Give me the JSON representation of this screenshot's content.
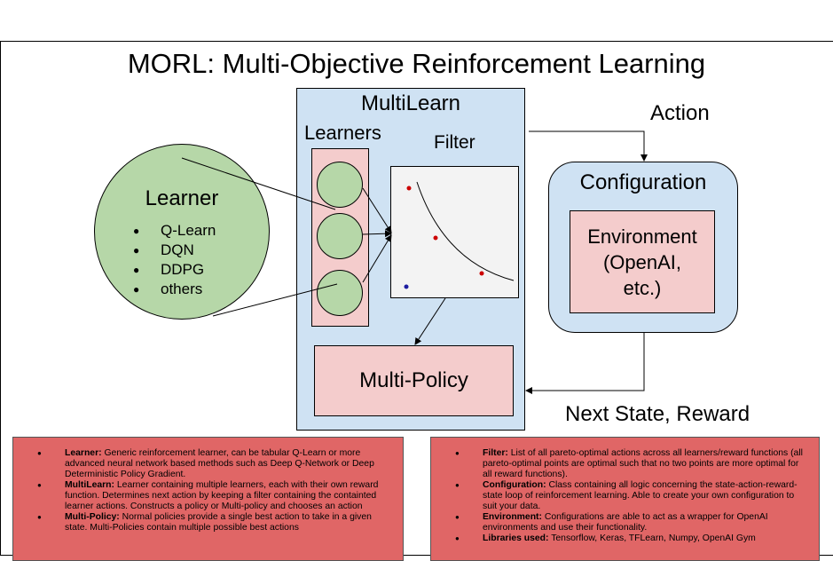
{
  "title": "MORL: Multi-Objective Reinforcement Learning",
  "multilearn": {
    "title": "MultiLearn",
    "learners_label": "Learners",
    "filter_label": "Filter",
    "multi_policy_label": "Multi-Policy"
  },
  "learner": {
    "title": "Learner",
    "items": [
      "Q-Learn",
      "DQN",
      "DDPG",
      "others"
    ]
  },
  "configuration": {
    "title": "Configuration",
    "environment_lines": [
      "Environment",
      "(OpenAI,",
      "etc.)"
    ]
  },
  "edges": {
    "action_label": "Action",
    "next_state_label": "Next State, Reward"
  },
  "colors": {
    "green": "#b6d7a8",
    "light_blue": "#cfe2f3",
    "pink": "#f4cccc",
    "red_box": "#e06666",
    "point_red": "#cc0000",
    "point_blue": "#1c1ca0"
  },
  "descriptions_left": [
    {
      "term": "Learner:",
      "text": " Generic reinforcement learner, can be tabular Q-Learn or more advanced neural network based methods such as Deep Q-Network or Deep Deterministic Policy Gradient."
    },
    {
      "term": "MultiLearn:",
      "text": " Learner containing multiple learners, each with their own reward function. Determines next action by keeping a filter containing the containted learner actions. Constructs a policy or Multi-policy and chooses an action"
    },
    {
      "term": "Multi-Policy:",
      "text": " Normal policies provide a single best action to take in a given state. Multi-Policies contain multiple possible best actions"
    }
  ],
  "descriptions_right": [
    {
      "term": "Filter:",
      "text": " List of all pareto-optimal actions across all learners/reward functions (all pareto-optimal points are optimal such that no two points are more optimal for all reward functions)."
    },
    {
      "term": "Configuration:",
      "text": " Class containing all logic concerning the state-action-reward-state loop of reinforcement learning. Able to create your own configuration to suit your data."
    },
    {
      "term": "Environment:",
      "text": " Configurations are able to act as a wrapper for OpenAI environments and use their functionality."
    },
    {
      "term": "Libraries used:",
      "text": " Tensorflow, Keras, TFLearn, Numpy, OpenAI Gym"
    }
  ]
}
